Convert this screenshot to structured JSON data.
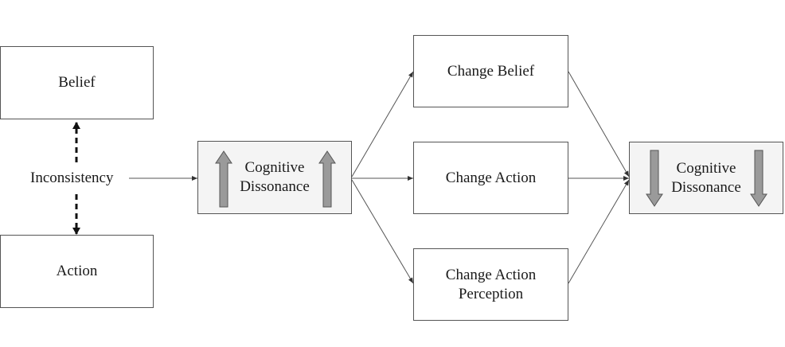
{
  "nodes": {
    "belief": "Belief",
    "action": "Action",
    "inconsistency": "Inconsistency",
    "cognitive_dissonance_high": "Cognitive\nDissonance",
    "change_belief": "Change Belief",
    "change_action": "Change Action",
    "change_action_perception": "Change Action\nPerception",
    "cognitive_dissonance_low": "Cognitive\nDissonance"
  },
  "icons": {
    "increase": "up-arrow-icon",
    "decrease": "down-arrow-icon"
  },
  "colors": {
    "line": "#555555",
    "arrow_fill": "#9a9a9a",
    "arrow_stroke": "#555555"
  }
}
